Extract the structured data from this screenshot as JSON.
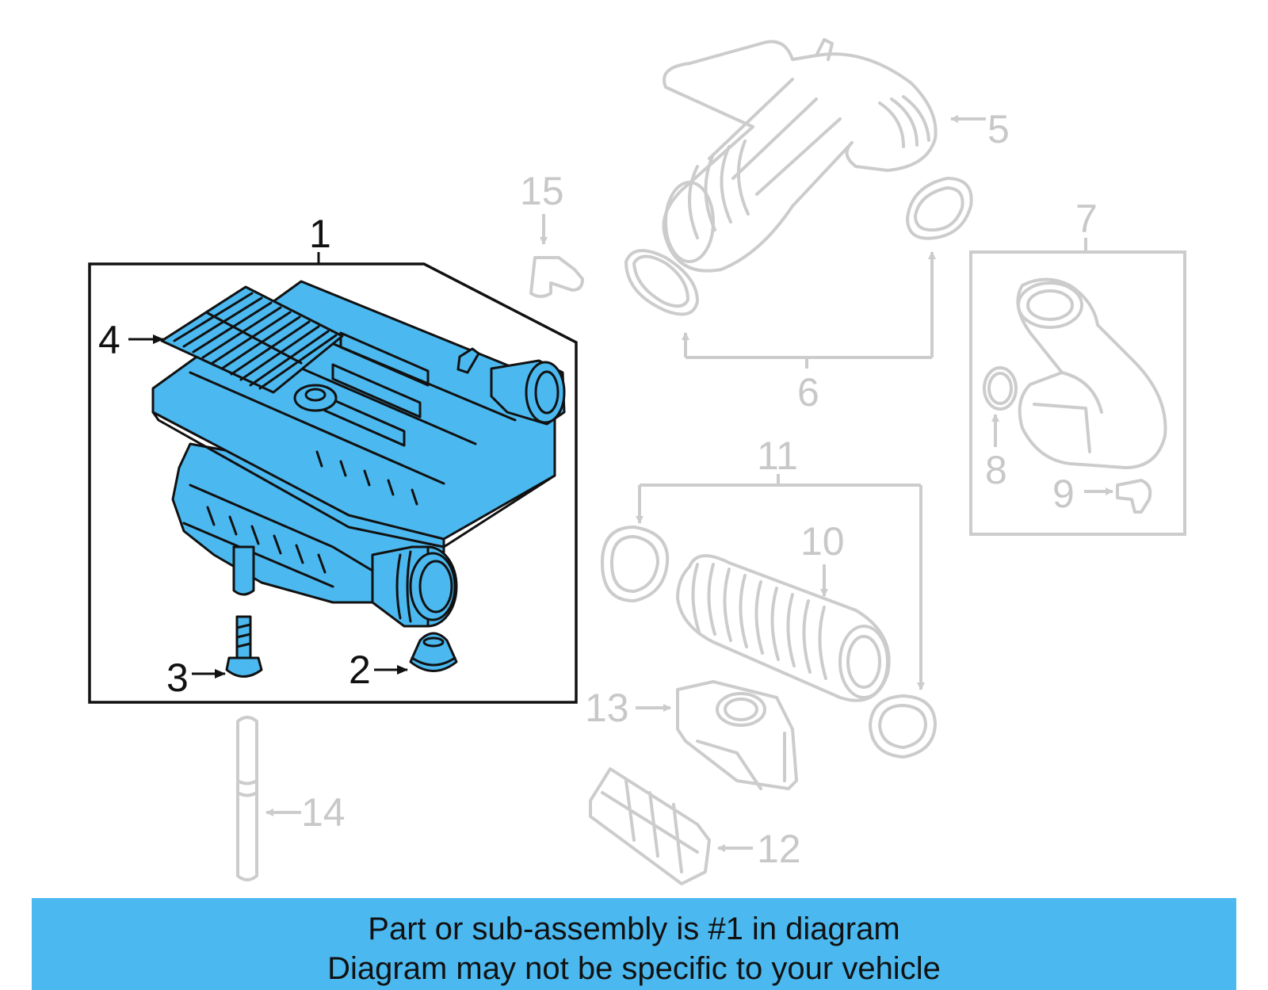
{
  "callouts": {
    "c1": "1",
    "c2": "2",
    "c3": "3",
    "c4": "4",
    "c5": "5",
    "c6": "6",
    "c7": "7",
    "c8": "8",
    "c9": "9",
    "c10": "10",
    "c11": "11",
    "c12": "12",
    "c13": "13",
    "c14": "14",
    "c15": "15"
  },
  "banner": {
    "line1": "Part or sub-assembly is #1 in diagram",
    "line2": "Diagram may not be specific to your vehicle"
  },
  "colors": {
    "highlight": "#4bb9f0",
    "ghost_parts": "#cccccc",
    "outline": "#111111"
  }
}
